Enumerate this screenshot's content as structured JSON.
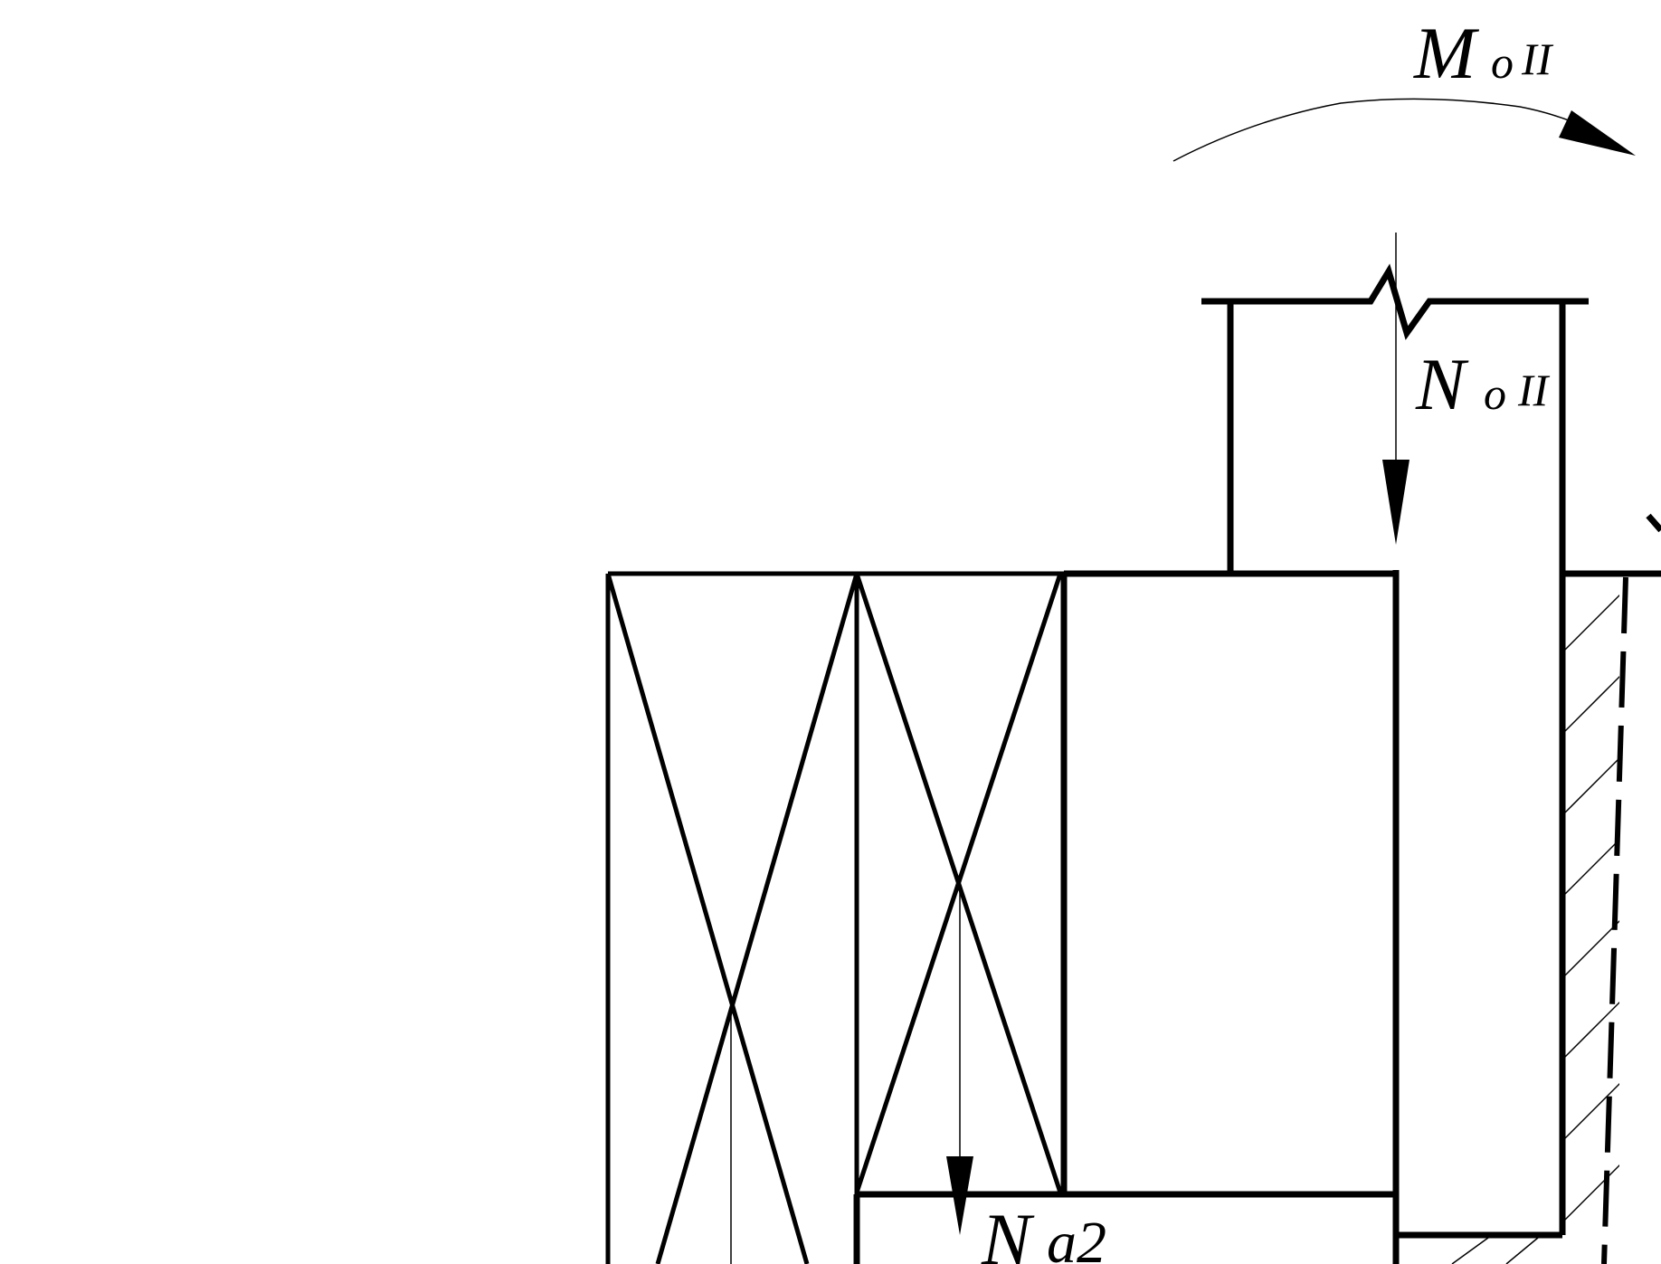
{
  "labels": {
    "moment": {
      "main": "M",
      "sub": "o",
      "subscript": "II"
    },
    "axial_force": {
      "main": "N",
      "sub": "o",
      "subscript": "II"
    },
    "wall_force": {
      "main": "N",
      "sub": "a2"
    }
  },
  "colors": {
    "line": "#000000",
    "background": "#ffffff"
  }
}
